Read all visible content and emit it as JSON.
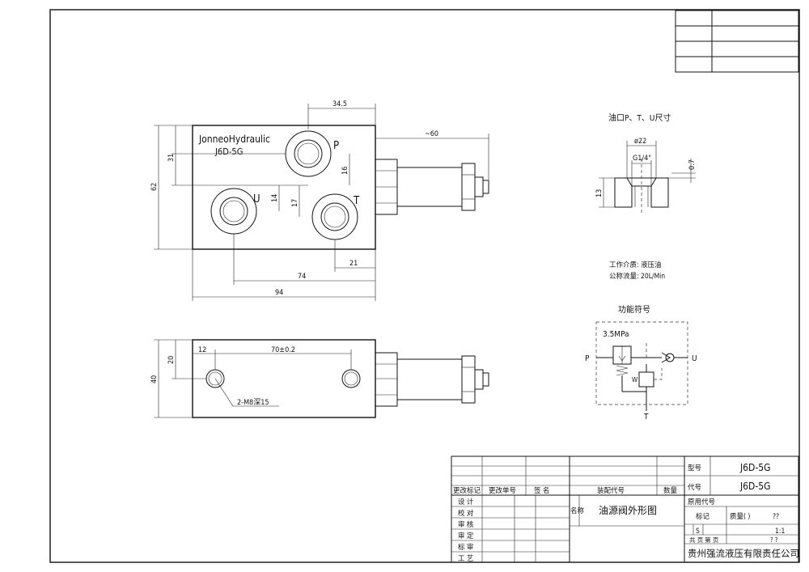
{
  "brand_label": "JonneoHydraulic",
  "model_label": "J6D-5G",
  "ports": {
    "p": "P",
    "t": "T",
    "u": "U"
  },
  "front_view_dims": {
    "d_34_5": "34.5",
    "d_60": "~60",
    "d_31": "31",
    "d_62": "62",
    "d_16": "16",
    "d_14": "14",
    "d_17": "17",
    "d_21": "21",
    "d_74": "74",
    "d_94": "94"
  },
  "side_view_dims": {
    "d_12": "12",
    "d_70": "70±0.2",
    "d_20": "20",
    "d_40": "40",
    "hole_note": "2-M8深15"
  },
  "port_detail": {
    "title": "油口P、T、U尺寸",
    "d_22": "ø22",
    "thread": "G1/4\"",
    "d_0_7": "0.7",
    "d_13": "13"
  },
  "specs": {
    "medium": "工作介质: 液压油",
    "flow": "公称流量: 20L/Min"
  },
  "symbol": {
    "title": "功能符号",
    "pressure": "3.5MPa",
    "port_p": "P",
    "port_u": "U",
    "port_t": "T"
  },
  "title_block": {
    "rev_headers": [
      "更改标记",
      "更改单号",
      "签 名",
      "装配代号",
      "数量"
    ],
    "roles": [
      "设 计",
      "校 对",
      "审 核",
      "审 定",
      "标 审",
      "工 艺"
    ],
    "name_label": "名称",
    "drawing_name": "油源阀外形图",
    "type_label": "型号",
    "type_value": "J6D-5G",
    "code_label": "代号",
    "code_value": "J6D-5G",
    "used_label": "原用代号",
    "mark_label": "标记",
    "mass_label": "质量(  )",
    "mass_value": "??",
    "stage": "S",
    "scale": "1:1",
    "sheets_label": "共  页    第  页",
    "sheets_value": "?   ?",
    "company": "贵州强流液压有限责任公司"
  }
}
